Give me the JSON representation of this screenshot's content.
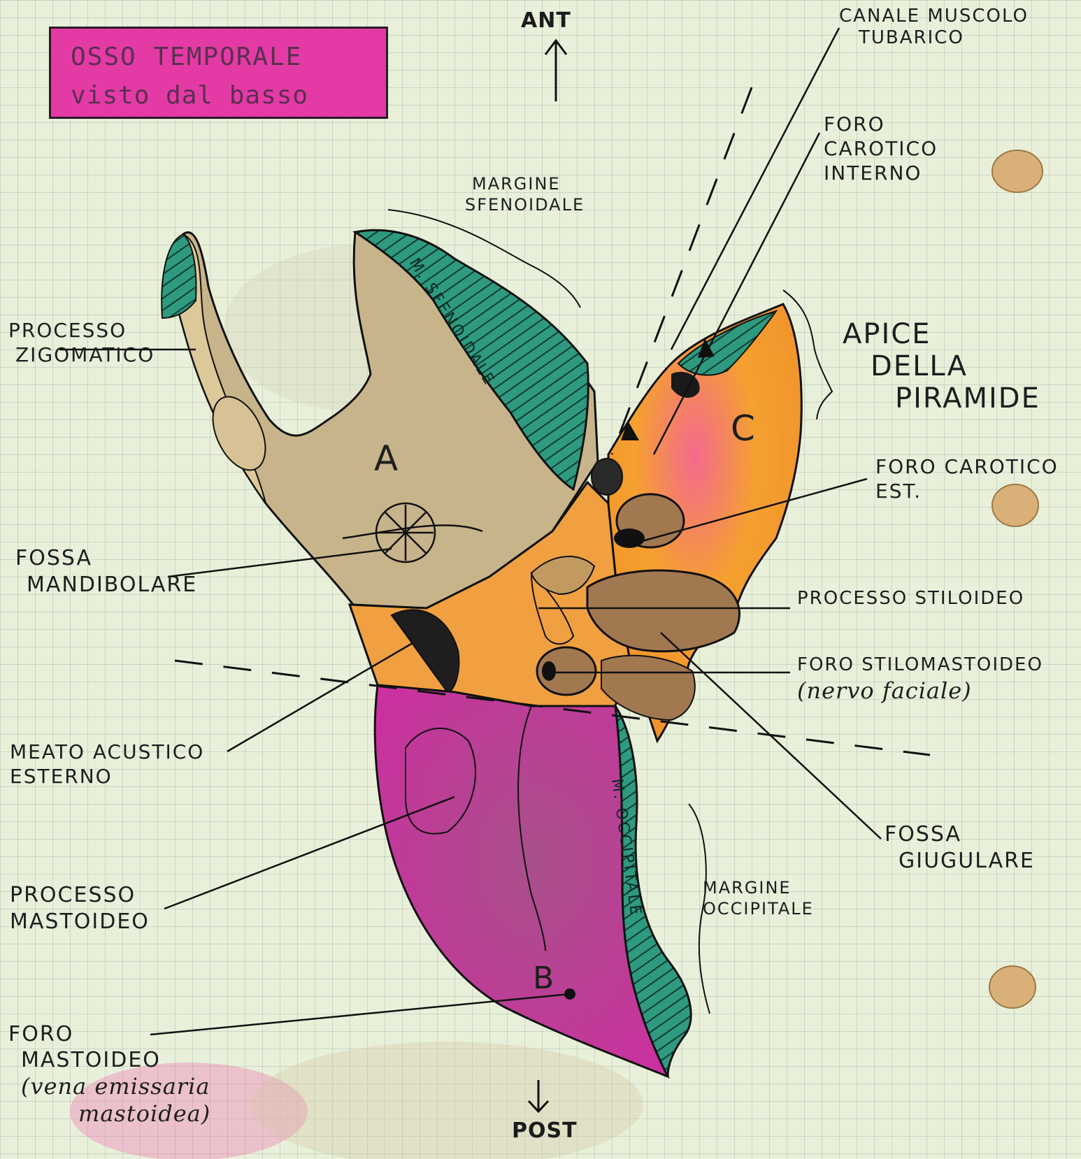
{
  "title": {
    "line1": "OSSO TEMPORALE",
    "line2": "visto dal basso"
  },
  "orientation": {
    "anterior": "ANT",
    "posterior": "POST"
  },
  "regions": {
    "a": "A",
    "b": "B",
    "c": "C"
  },
  "bone_labels": {
    "sphenoid_margin": "M. SFENOIDALE",
    "occipital_margin": "M. OCCIPITALE"
  },
  "labels": {
    "canale": [
      "CANALE MUSCOLO",
      "TUBARICO"
    ],
    "foro_carotico_interno": [
      "FORO",
      "CAROTICO",
      "INTERNO"
    ],
    "margine_sfenoidale": [
      "MARGINE",
      "SFENOIDALE"
    ],
    "processo_zigomatico": [
      "PROCESSO",
      "ZIGOMATICO"
    ],
    "apice": [
      "APICE",
      "DELLA",
      "PIRAMIDE"
    ],
    "foro_carotico_est": [
      "FORO CAROTICO",
      "EST."
    ],
    "fossa_mandibolare": [
      "FOSSA",
      "MANDIBOLARE"
    ],
    "processo_stiloideo": [
      "PROCESSO STILOIDEO"
    ],
    "foro_stilomastoideo": [
      "FORO STILOMASTOIDEO",
      "(nervo faciale)"
    ],
    "meato": [
      "MEATO ACUSTICO",
      "ESTERNO"
    ],
    "fossa_giugulare": [
      "FOSSA",
      "GIUGULARE"
    ],
    "margine_occipitale": [
      "MARGINE",
      "OCCIPITALE"
    ],
    "processo_mastoideo": [
      "PROCESSO",
      "MASTOIDEO"
    ],
    "foro_mastoideo": [
      "FORO",
      "MASTOIDEO",
      "(vena emissaria",
      "mastoidea)"
    ]
  },
  "colors": {
    "squama": "#c8b48a",
    "tympanic_orange": "#f0a040",
    "petrous_orange": "#f5a030",
    "pink_highlight": "#f06a9a",
    "mastoid_magenta": "#cc2fa0",
    "margin_green": "#2e9a80",
    "title_pink": "#e43aa6",
    "paper": "#e9f0da"
  }
}
